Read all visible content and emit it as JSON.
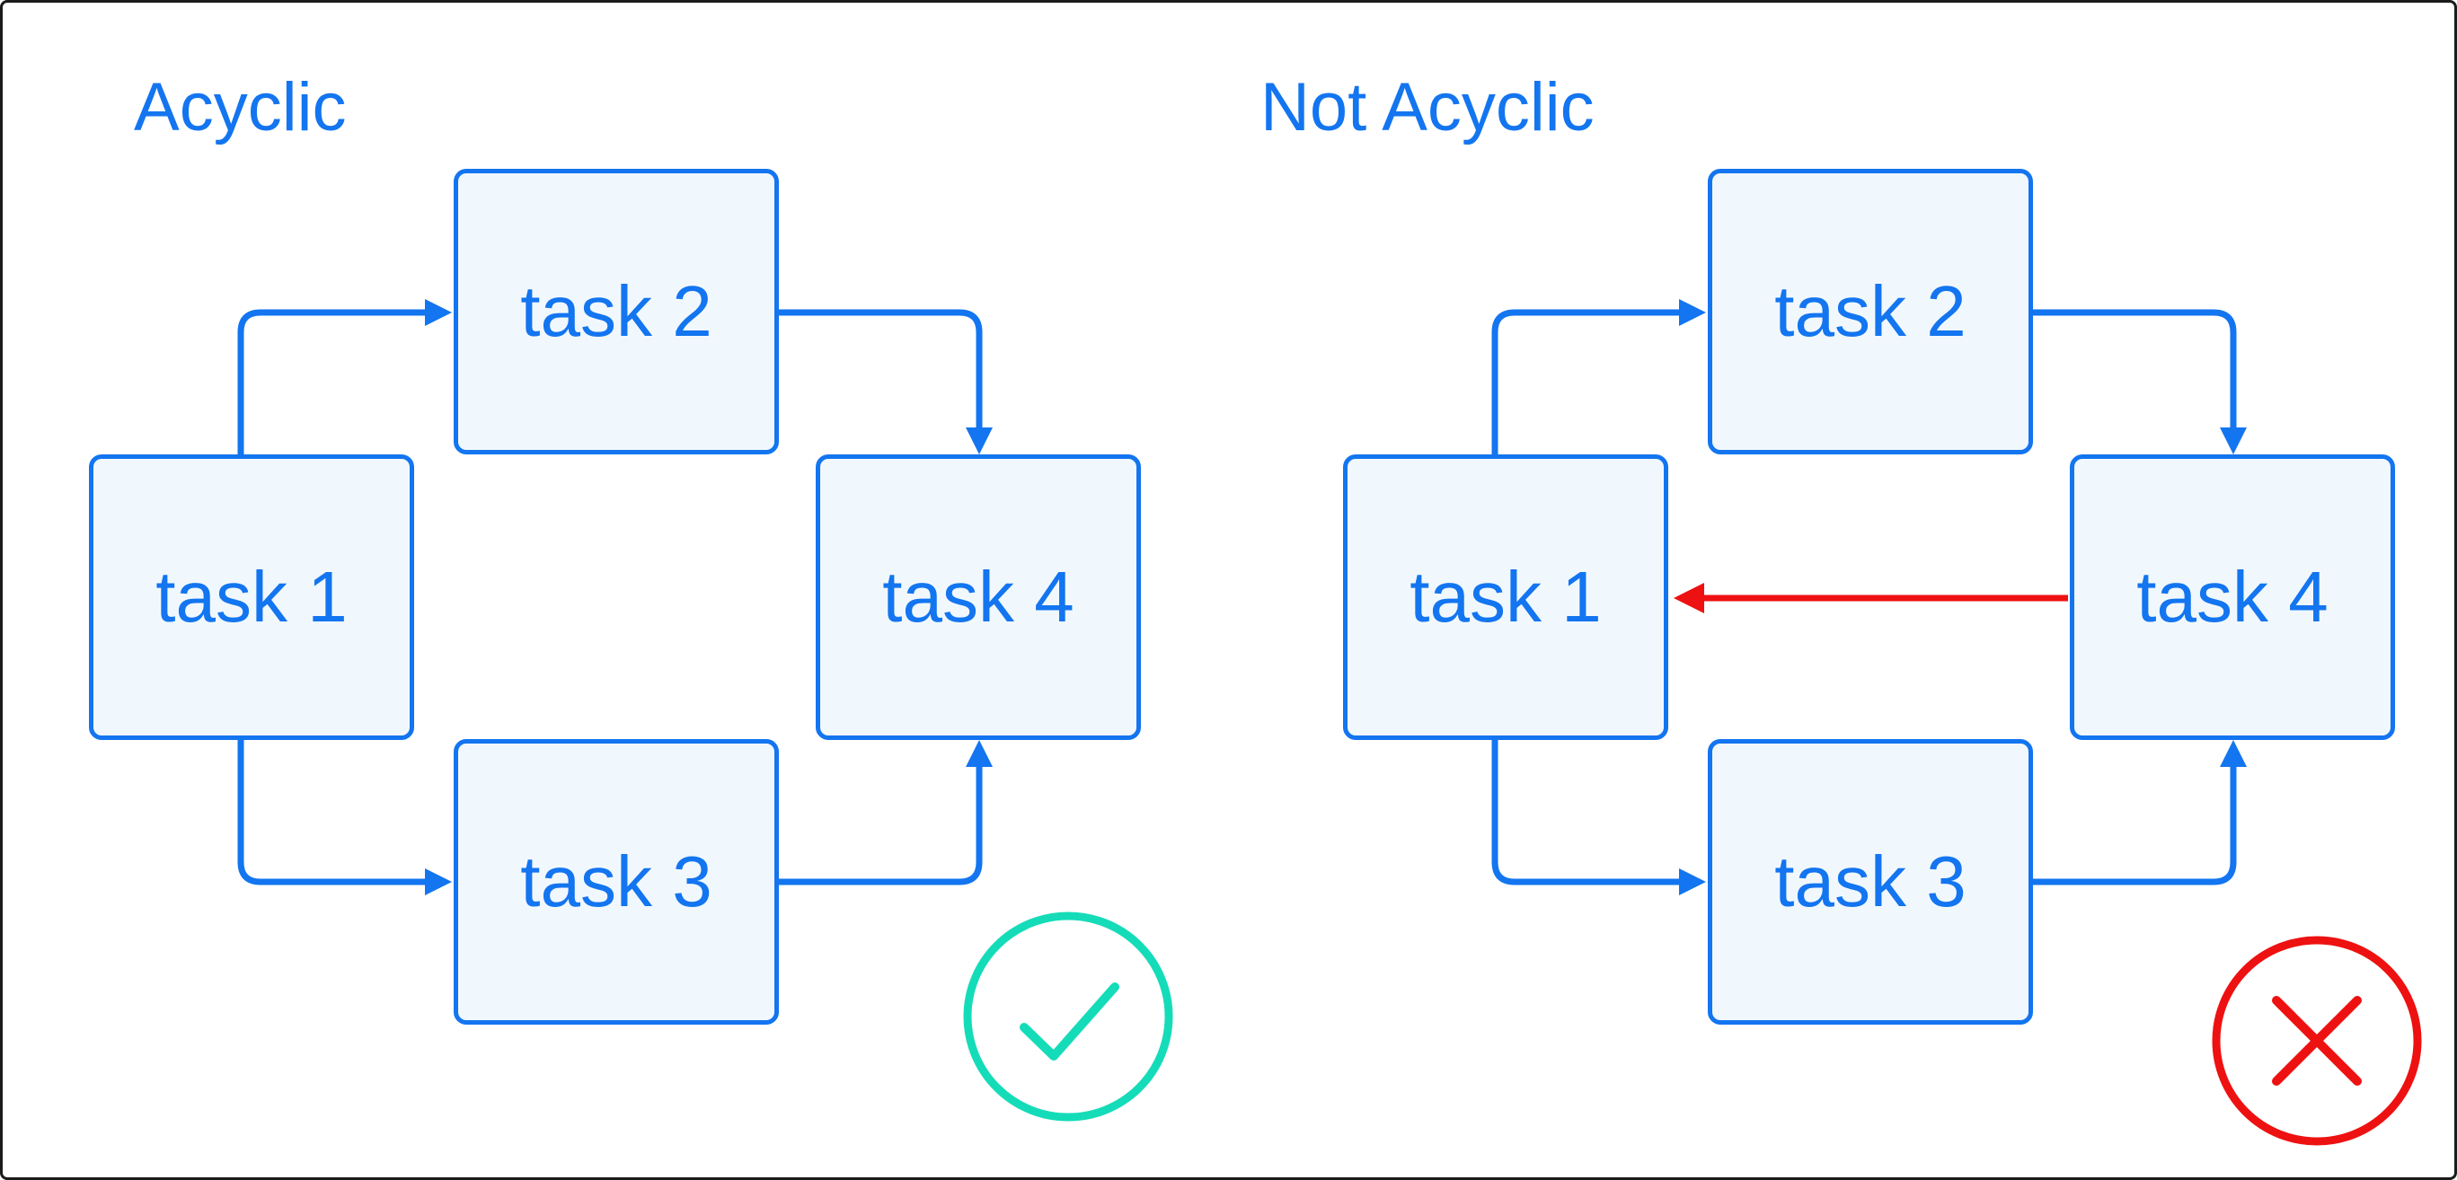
{
  "figure": {
    "description": "Comparison of an acyclic task graph (valid DAG) and a cyclic task graph (invalid)",
    "colors": {
      "blue": "#1375f0",
      "node_fill": "#f1f8fd",
      "cycle_red": "#ee1111",
      "check_teal": "#15dcb8",
      "frame_border": "#1b1b1b"
    },
    "panels": [
      {
        "title": "Acyclic",
        "status": "valid",
        "status_icon": "check-circle-icon",
        "nodes": [
          {
            "id": "task1",
            "label": "task 1"
          },
          {
            "id": "task2",
            "label": "task 2"
          },
          {
            "id": "task3",
            "label": "task 3"
          },
          {
            "id": "task4",
            "label": "task 4"
          }
        ],
        "edges": [
          {
            "from": "task1",
            "to": "task2",
            "color": "blue"
          },
          {
            "from": "task1",
            "to": "task3",
            "color": "blue"
          },
          {
            "from": "task2",
            "to": "task4",
            "color": "blue"
          },
          {
            "from": "task3",
            "to": "task4",
            "color": "blue"
          }
        ]
      },
      {
        "title": "Not Acyclic",
        "status": "invalid",
        "status_icon": "x-circle-icon",
        "nodes": [
          {
            "id": "task1",
            "label": "task 1"
          },
          {
            "id": "task2",
            "label": "task 2"
          },
          {
            "id": "task3",
            "label": "task 3"
          },
          {
            "id": "task4",
            "label": "task 4"
          }
        ],
        "edges": [
          {
            "from": "task1",
            "to": "task2",
            "color": "blue"
          },
          {
            "from": "task1",
            "to": "task3",
            "color": "blue"
          },
          {
            "from": "task2",
            "to": "task4",
            "color": "blue"
          },
          {
            "from": "task3",
            "to": "task4",
            "color": "blue"
          },
          {
            "from": "task4",
            "to": "task1",
            "color": "red",
            "note": "cycle edge"
          }
        ]
      }
    ]
  }
}
